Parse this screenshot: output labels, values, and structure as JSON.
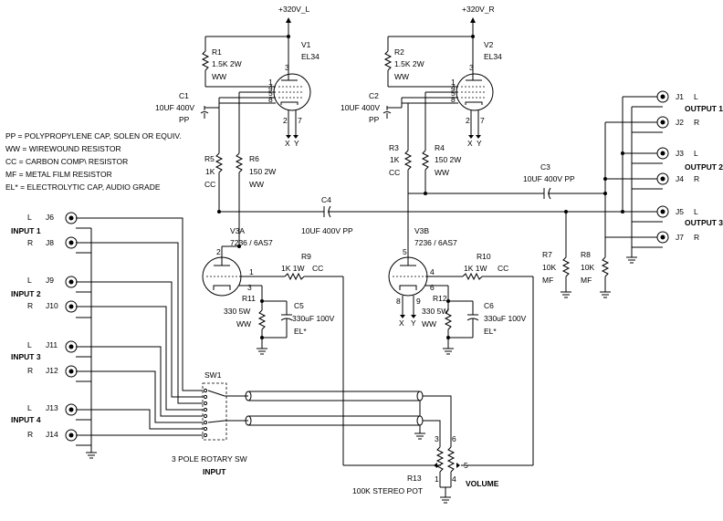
{
  "supplies": {
    "left": "+320V_L",
    "right": "+320V_R"
  },
  "legend": [
    "PP =  POLYPROPYLENE CAP, SOLEN OR EQUIV.",
    "WW = WIREWOUND RESISTOR",
    "CC = CARBON COMP\\ RESISTOR",
    "MF = METAL FILM RESISTOR",
    "EL* = ELECTROLYTIC CAP, AUDIO GRADE"
  ],
  "left_channel": {
    "r1": {
      "ref": "R1",
      "value": "1.5K 2W",
      "type": "WW"
    },
    "v1": {
      "ref": "V1",
      "type": "EL34"
    },
    "c1": {
      "ref": "C1",
      "value": "10UF 400V",
      "type": "PP"
    },
    "r5": {
      "ref": "R5",
      "value": "1K",
      "type": "CC"
    },
    "r6": {
      "ref": "R6",
      "value": "150 2W",
      "type": "WW"
    },
    "v3a": {
      "ref": "V3A",
      "type": "7236 / 6AS7"
    },
    "r9": {
      "ref": "R9",
      "value": "1K 1W",
      "type": "CC"
    },
    "r11": {
      "ref": "R11",
      "value": "330 5W",
      "type": "WW"
    },
    "c5": {
      "ref": "C5",
      "value": "330uF 100V",
      "type": "EL*"
    }
  },
  "right_channel": {
    "r2": {
      "ref": "R2",
      "value": "1.5K 2W",
      "type": "WW"
    },
    "v2": {
      "ref": "V2",
      "type": "EL34"
    },
    "c2": {
      "ref": "C2",
      "value": "10UF 400V",
      "type": "PP"
    },
    "r3": {
      "ref": "R3",
      "value": "1K",
      "type": "CC"
    },
    "r4": {
      "ref": "R4",
      "value": "150 2W",
      "type": "WW"
    },
    "v3b": {
      "ref": "V3B",
      "type": "7236 / 6AS7"
    },
    "r10": {
      "ref": "R10",
      "value": "1K 1W",
      "type": "CC"
    },
    "r12": {
      "ref": "R12",
      "value": "330 5W",
      "type": "WW"
    },
    "c6": {
      "ref": "C6",
      "value": "330uF 100V",
      "type": "EL*"
    }
  },
  "coupling": {
    "c4": {
      "ref": "C4",
      "value": "10UF 400V PP"
    },
    "c3": {
      "ref": "C3",
      "value": "10UF 400V PP"
    }
  },
  "output_loads": {
    "r7": {
      "ref": "R7",
      "value": "10K",
      "type": "MF"
    },
    "r8": {
      "ref": "R8",
      "value": "10K",
      "type": "MF"
    }
  },
  "heater_xy": {
    "x": "X",
    "y": "Y"
  },
  "outputs": [
    {
      "jack": "J1",
      "ch": "L",
      "group": "OUTPUT 1"
    },
    {
      "jack": "J2",
      "ch": "R",
      "group": ""
    },
    {
      "jack": "J3",
      "ch": "L",
      "group": "OUTPUT 2"
    },
    {
      "jack": "J4",
      "ch": "R",
      "group": ""
    },
    {
      "jack": "J5",
      "ch": "L",
      "group": "OUTPUT 3"
    },
    {
      "jack": "J7",
      "ch": "R",
      "group": ""
    }
  ],
  "inputs": [
    {
      "jack": "J6",
      "ch": "L",
      "group": "INPUT 1"
    },
    {
      "jack": "J8",
      "ch": "R",
      "group": ""
    },
    {
      "jack": "J9",
      "ch": "L",
      "group": "INPUT 2"
    },
    {
      "jack": "J10",
      "ch": "R",
      "group": ""
    },
    {
      "jack": "J11",
      "ch": "L",
      "group": "INPUT 3"
    },
    {
      "jack": "J12",
      "ch": "R",
      "group": ""
    },
    {
      "jack": "J13",
      "ch": "L",
      "group": "INPUT 4"
    },
    {
      "jack": "J14",
      "ch": "R",
      "group": ""
    }
  ],
  "switch": {
    "ref": "SW1",
    "label": "3 POLE ROTARY SW",
    "function": "INPUT"
  },
  "pot": {
    "ref": "R13",
    "label": "100K STEREO POT",
    "function": "VOLUME"
  },
  "pins": {
    "p1": "1",
    "p2": "2",
    "p3": "3",
    "p4": "4",
    "p5": "5",
    "p6": "6",
    "p7": "7",
    "p8": "8",
    "p9": "9"
  }
}
